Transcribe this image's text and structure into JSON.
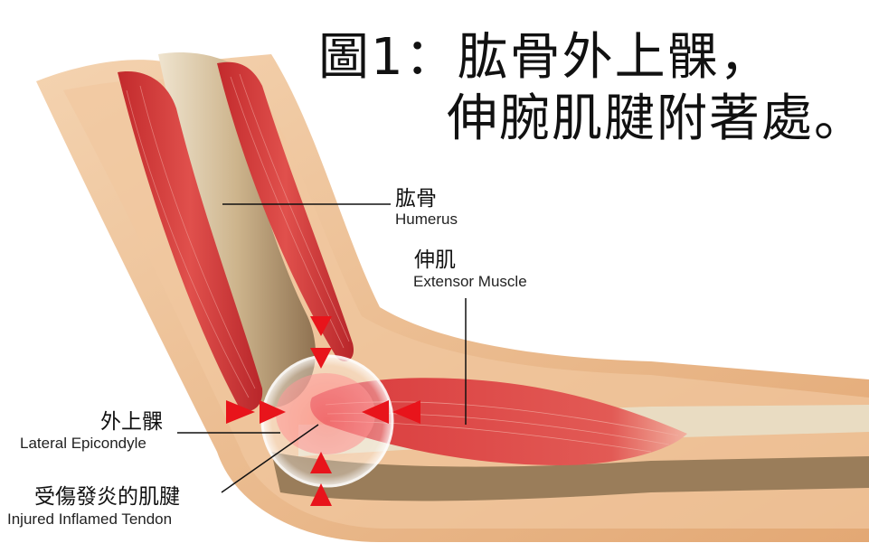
{
  "title": {
    "line1": "圖1：肱骨外上髁，",
    "line2": "伸腕肌腱附著處。"
  },
  "labels": {
    "humerus_zh": "肱骨",
    "humerus_en": "Humerus",
    "extensor_zh": "伸肌",
    "extensor_en": "Extensor Muscle",
    "epicondyle_zh": "外上髁",
    "epicondyle_en": "Lateral Epicondyle",
    "tendon_zh": "受傷發炎的肌腱",
    "tendon_en": "Injured Inflamed Tendon"
  },
  "colors": {
    "skin": "#e9b98c",
    "muscle": "#d8393a",
    "bone": "#c9b08a",
    "arrow": "#e8141b"
  }
}
